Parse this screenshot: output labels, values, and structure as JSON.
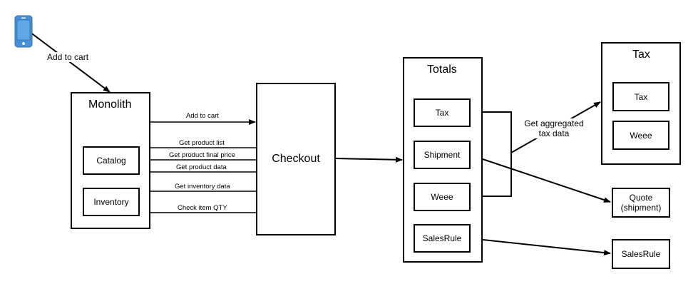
{
  "nodes": {
    "monolith": "Monolith",
    "catalog": "Catalog",
    "inventory": "Inventory",
    "checkout": "Checkout",
    "totals": "Totals",
    "totals_tax": "Tax",
    "totals_shipment": "Shipment",
    "totals_weee": "Weee",
    "totals_salesrule": "SalesRule",
    "tax_group": "Tax",
    "tax_tax": "Tax",
    "tax_weee": "Weee",
    "quote_line1": "Quote",
    "quote_line2": "(shipment)",
    "salesrule_service": "SalesRule"
  },
  "edges": {
    "phone_add_to_cart": "Add to cart",
    "add_to_cart": "Add to cart",
    "get_product_list": "Get product list",
    "get_product_final_price": "Get product final price",
    "get_product_data": "Get product data",
    "get_inventory_data": "Get inventory data",
    "check_item_qty": "Check item QTY",
    "aggregated_line1": "Get aggregated",
    "aggregated_line2": "tax data"
  },
  "colors": {
    "phone_body": "#4a90d9",
    "phone_screen": "#5fa8e8",
    "stroke": "#000000"
  },
  "icons": {
    "phone": "mobile-phone-icon"
  }
}
